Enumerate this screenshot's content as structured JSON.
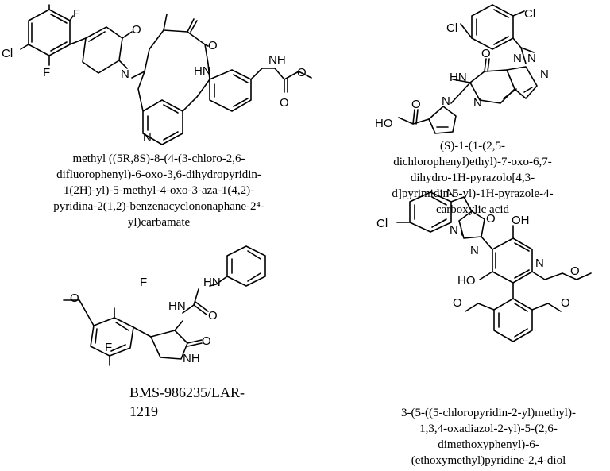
{
  "compounds": [
    {
      "id": "c1",
      "name_lines": [
        "methyl ((5R,8S)-8-(4-(3-chloro-2,6-",
        "difluorophenyl)-6-oxo-3,6-dihydropyridin-",
        "1(2H)-yl)-5-methyl-4-oxo-3-aza-1(4,2)-",
        "pyridina-2(1,2)-benzenacyclononaphane-2⁴-",
        "yl)carbamate"
      ],
      "atoms": [
        "F",
        "Cl",
        "F",
        "O",
        "N",
        "HN",
        "O",
        "N",
        "NH",
        "O",
        "O"
      ]
    },
    {
      "id": "c2",
      "name_lines": [
        "(S)-1-(1-(2,5-",
        "dichlorophenyl)ethyl)-7-oxo-6,7-",
        "dihydro-1H-pyrazolo[4,3-",
        "d]pyrimidin-5-yl)-1H-pyrazole-4-",
        "carboxylic acid"
      ],
      "atoms": [
        "Cl",
        "Cl",
        "O",
        "HN",
        "N",
        "N",
        "N",
        "N",
        "N",
        "HO",
        "O"
      ]
    },
    {
      "id": "c3",
      "name_lines": [
        "BMS-986235/LAR-",
        "1219"
      ],
      "atoms": [
        "HN",
        "O",
        "HN",
        "F",
        "F",
        "O",
        "O",
        "NH"
      ]
    },
    {
      "id": "c4",
      "name_lines": [
        "3-(5-((5-chloropyridin-2-yl)methyl)-",
        "1,3,4-oxadiazol-2-yl)-5-(2,6-",
        "dimethoxyphenyl)-6-",
        "(ethoxymethyl)pyridine-2,4-diol"
      ],
      "atoms": [
        "Cl",
        "N",
        "O",
        "OH",
        "N",
        "N",
        "N",
        "HO",
        "O",
        "O",
        "O"
      ]
    }
  ]
}
